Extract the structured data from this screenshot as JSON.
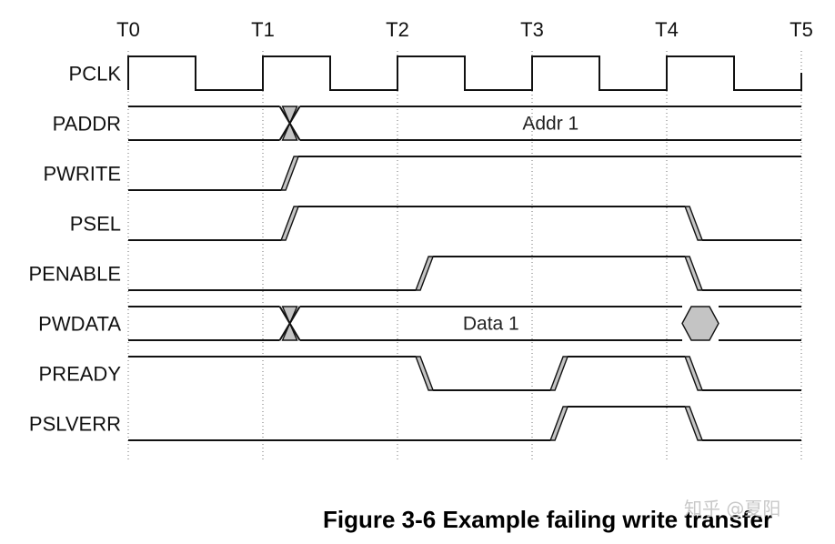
{
  "time_markers": [
    "T0",
    "T1",
    "T2",
    "T3",
    "T4",
    "T5"
  ],
  "signals": [
    {
      "name": "PCLK",
      "type": "clock",
      "start_level": "high",
      "cycles": 5
    },
    {
      "name": "PADDR",
      "type": "bus",
      "label": "Addr 1",
      "events": [
        {
          "kind": "cross",
          "at": 1.2
        }
      ]
    },
    {
      "name": "PWRITE",
      "type": "digital",
      "start_level": "low",
      "events": [
        {
          "kind": "rise",
          "at": 1.2
        }
      ]
    },
    {
      "name": "PSEL",
      "type": "digital",
      "start_level": "low",
      "events": [
        {
          "kind": "rise",
          "at": 1.2
        },
        {
          "kind": "fall",
          "at": 4.2
        }
      ]
    },
    {
      "name": "PENABLE",
      "type": "digital",
      "start_level": "low",
      "events": [
        {
          "kind": "rise",
          "at": 2.2
        },
        {
          "kind": "fall",
          "at": 4.2
        }
      ]
    },
    {
      "name": "PWDATA",
      "type": "bus",
      "label": "Data 1",
      "events": [
        {
          "kind": "cross",
          "at": 1.2
        },
        {
          "kind": "cross_wide",
          "at": 4.25
        }
      ]
    },
    {
      "name": "PREADY",
      "type": "digital",
      "start_level": "high",
      "events": [
        {
          "kind": "fall",
          "at": 2.2
        },
        {
          "kind": "rise",
          "at": 3.2
        },
        {
          "kind": "fall",
          "at": 4.2
        }
      ]
    },
    {
      "name": "PSLVERR",
      "type": "digital",
      "start_level": "low",
      "events": [
        {
          "kind": "rise",
          "at": 3.2
        },
        {
          "kind": "fall",
          "at": 4.2
        }
      ]
    }
  ],
  "caption": "Figure 3-6 Example failing write transfer",
  "watermark": "知乎 @夏阳"
}
